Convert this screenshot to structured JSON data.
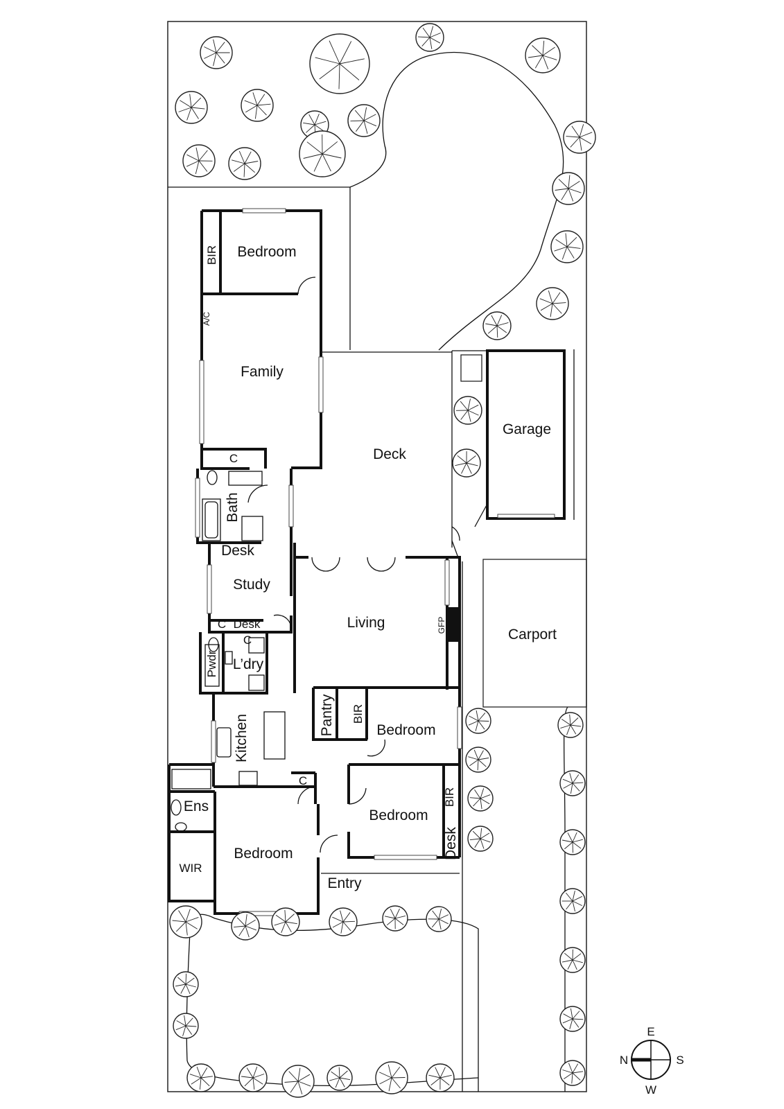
{
  "rooms": {
    "bedroom": "Bedroom",
    "bir": "BIR",
    "ac": "A/C",
    "family": "Family",
    "c": "C",
    "bath": "Bath",
    "desk": "Desk",
    "study": "Study",
    "pwdr": "Pwdr",
    "ldry": "L’dry",
    "kitchen": "Kitchen",
    "pantry": "Pantry",
    "living": "Living",
    "gfp": "GFP",
    "deck": "Deck",
    "garage": "Garage",
    "carport": "Carport",
    "ens": "Ens",
    "wir": "WIR",
    "entry": "Entry"
  },
  "compass": {
    "n": "N",
    "e": "E",
    "s": "S",
    "w": "W"
  }
}
